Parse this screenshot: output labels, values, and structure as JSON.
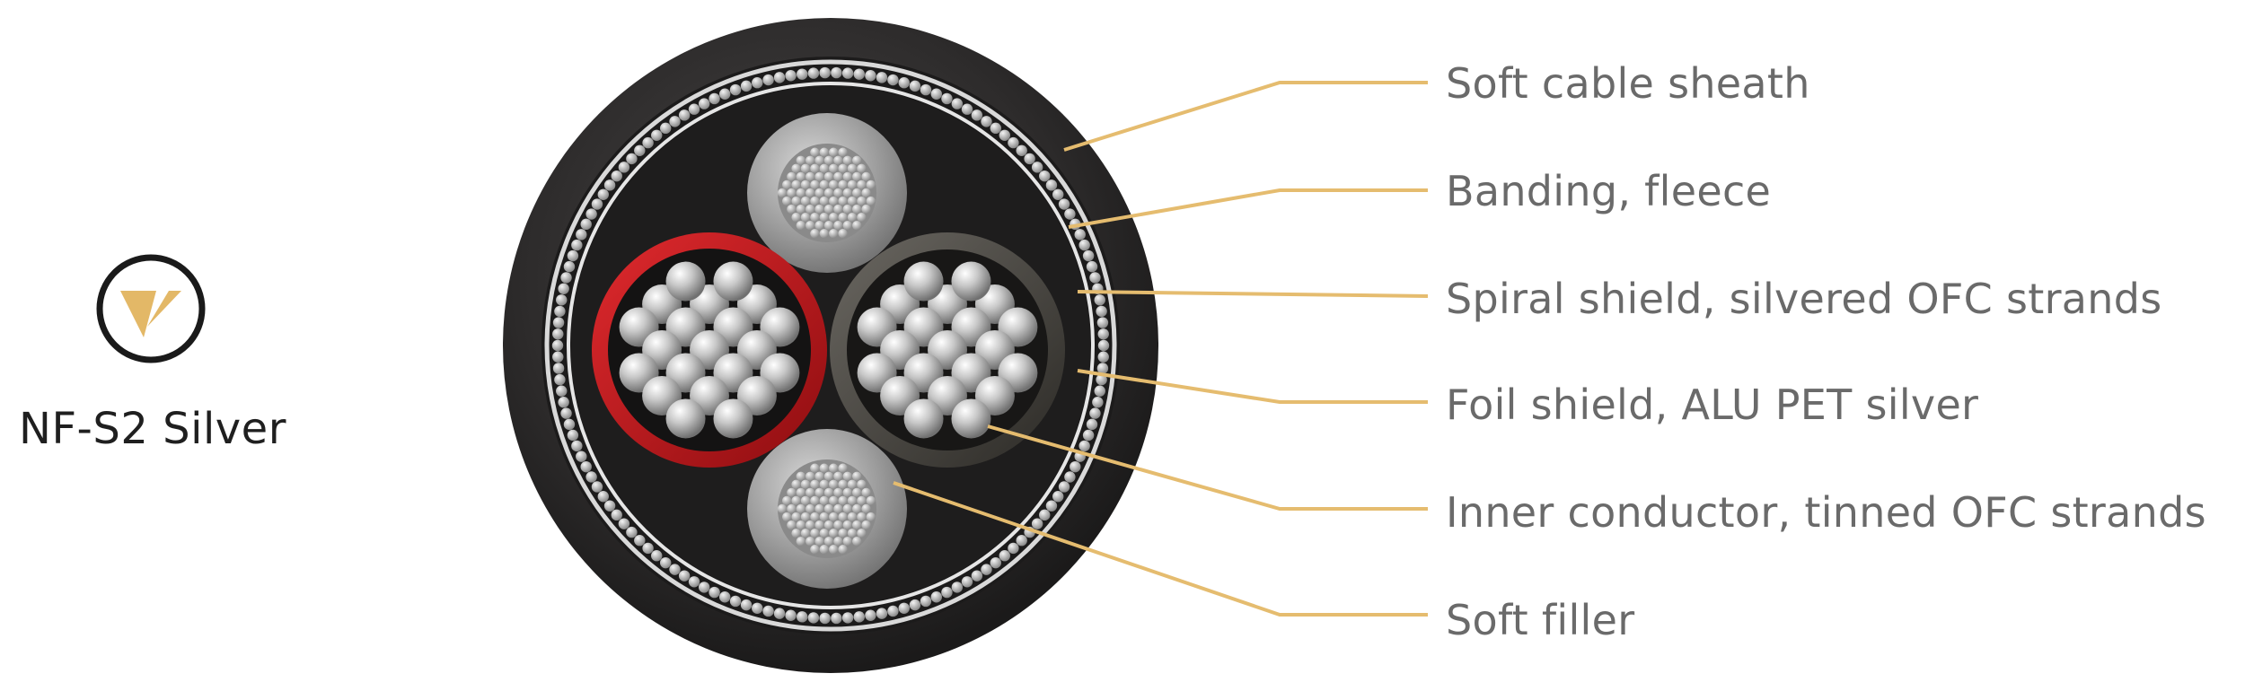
{
  "product": {
    "name": "NF-S2 Silver",
    "logo_icon": "v-logo-icon"
  },
  "colors": {
    "leader": "#e5bc6f",
    "label": "#6a6a6a",
    "sheath": "#2b2a2a",
    "red_insulation": "#c2161b",
    "dark_insulation": "#3c3a35",
    "strand": "#c9c9c9",
    "logo_gold": "#e3b867"
  },
  "callouts": [
    {
      "label": "Soft cable sheath"
    },
    {
      "label": "Banding, fleece"
    },
    {
      "label": "Spiral shield, silvered OFC strands"
    },
    {
      "label": "Foil shield, ALU PET silver"
    },
    {
      "label": "Inner conductor, tinned OFC strands"
    },
    {
      "label": "Soft filler"
    }
  ]
}
